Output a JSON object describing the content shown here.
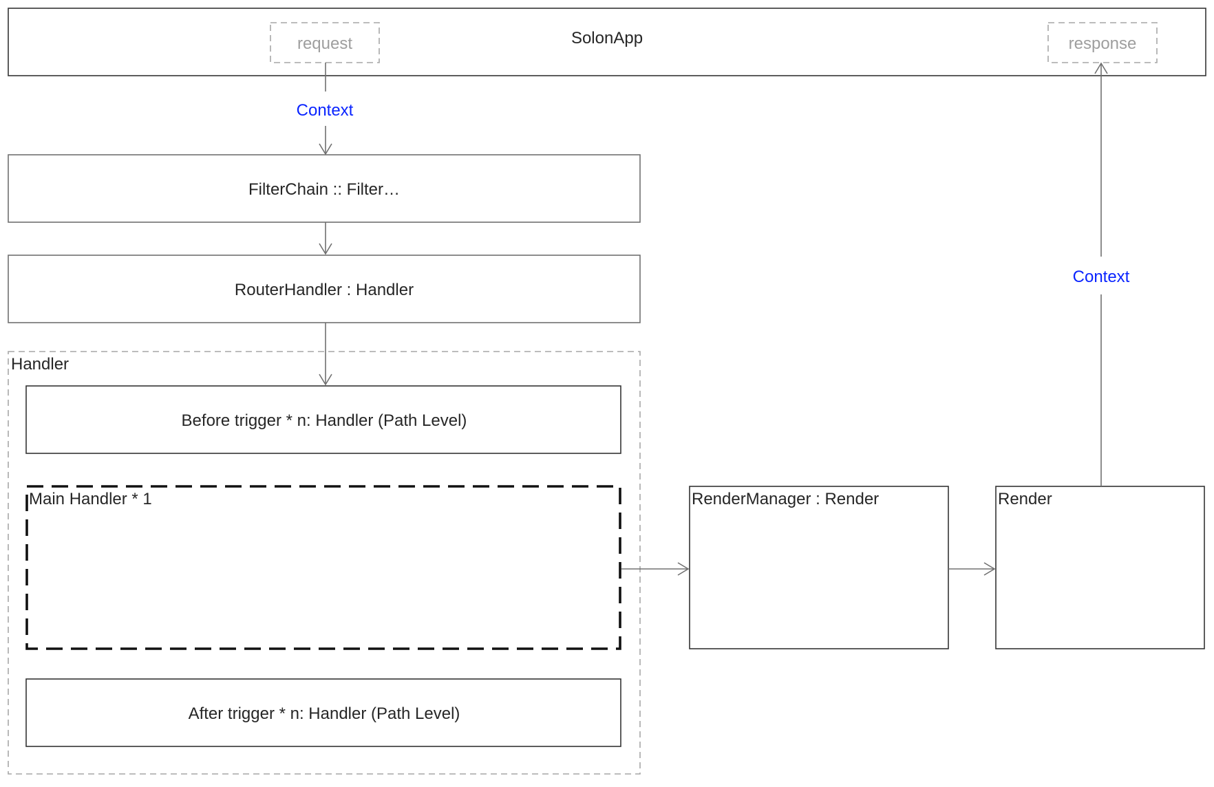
{
  "diagram": {
    "app": {
      "label": "SolonApp"
    },
    "request": {
      "label": "request"
    },
    "response": {
      "label": "response"
    },
    "context_in": {
      "label": "Context"
    },
    "context_out": {
      "label": "Context"
    },
    "filter_chain": {
      "label": "FilterChain :: Filter…"
    },
    "router_handler": {
      "label": "RouterHandler : Handler"
    },
    "handler_group": {
      "label": "Handler"
    },
    "before_trigger": {
      "label": "Before trigger * n: Handler (Path Level)"
    },
    "main_handler": {
      "label": "Main Handler * 1"
    },
    "after_trigger": {
      "label": "After trigger * n: Handler  (Path Level)"
    },
    "render_manager": {
      "label": "RenderManager : Render"
    },
    "render": {
      "label": "Render"
    },
    "colors": {
      "label_text": "#262626",
      "placeholder_text": "#9e9e9e",
      "context_text": "#0a24ff",
      "connector": "#707070"
    }
  }
}
